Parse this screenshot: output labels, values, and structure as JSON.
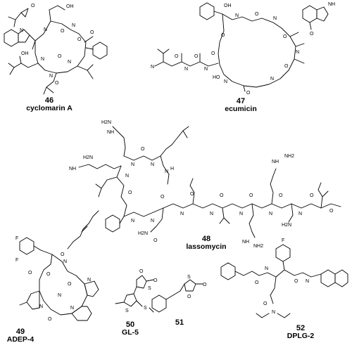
{
  "compounds": [
    {
      "number": "46",
      "name": "cyclomarin A"
    },
    {
      "number": "47",
      "name": "ecumicin"
    },
    {
      "number": "48",
      "name": "lassomycin"
    },
    {
      "number": "49",
      "name": "ADEP-4"
    },
    {
      "number": "50",
      "name": "GL-5"
    },
    {
      "number": "51",
      "name": ""
    },
    {
      "number": "52",
      "name": "DPLG-2"
    }
  ],
  "atoms": {
    "oxygen": "O",
    "nitrogen": "N",
    "hydroxyl": "OH",
    "sulfur": "S",
    "fluorine": "F",
    "fluoro_left": "F",
    "amine_h2n": "H2N",
    "amine_nh2": "NH2",
    "amine_nh": "NH",
    "hydrogen": "H",
    "methoxy": "O",
    "fluorine2": "F",
    "hydroxyl_short": "HO"
  }
}
